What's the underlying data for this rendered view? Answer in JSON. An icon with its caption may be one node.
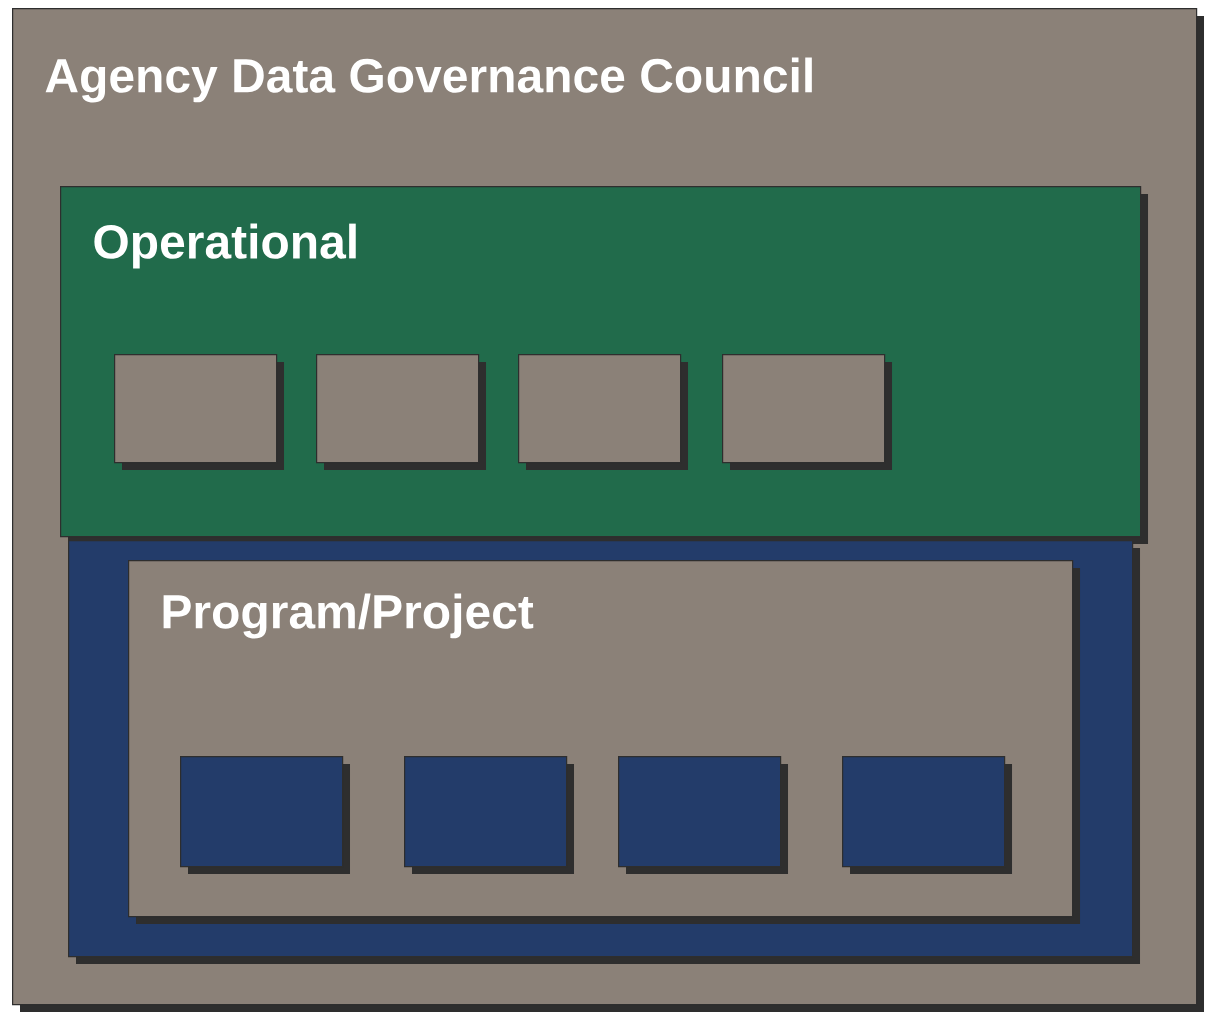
{
  "diagram": {
    "nodes": [
      {
        "text": [
          "Agency Data Governance Council"
        ]
      },
      {
        "text": [
          "Operational"
        ],
        "in": 0
      },
      {
        "text": [],
        "shape": "box",
        "in": 1
      },
      {
        "text": [],
        "shape": "box",
        "in": 1
      },
      {
        "text": [],
        "shape": "box",
        "in": 1
      },
      {
        "text": [],
        "shape": "box",
        "in": 1
      },
      {
        "text": [],
        "shape": "box",
        "in": 0
      },
      {
        "text": [
          "Program/Project"
        ],
        "in": 6
      },
      {
        "text": [],
        "shape": "box",
        "in": 7
      },
      {
        "text": [],
        "shape": "box",
        "in": 7
      },
      {
        "text": [],
        "shape": "box",
        "in": 7
      },
      {
        "text": [],
        "shape": "box",
        "in": 7
      }
    ]
  }
}
